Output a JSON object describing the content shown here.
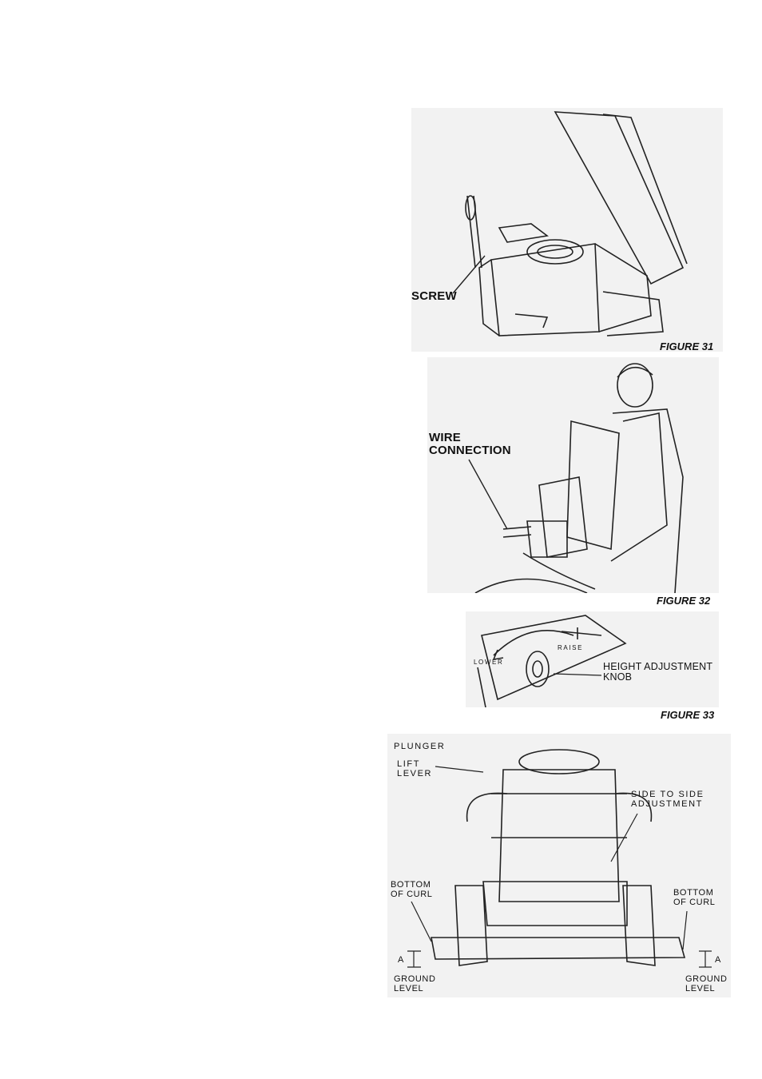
{
  "figures": [
    {
      "labels": {
        "screw": "SCREW"
      },
      "caption": "FIGURE 31"
    },
    {
      "labels": {
        "wire_connection": [
          "WIRE",
          "CONNECTION"
        ]
      },
      "caption": "FIGURE 32"
    },
    {
      "labels": {
        "lower": "LOWER",
        "raise": "RAISE",
        "height_adjustment_knob": [
          "HEIGHT ADJUSTMENT",
          "KNOB"
        ]
      },
      "caption": "FIGURE 33"
    },
    {
      "labels": {
        "plunger": "PLUNGER",
        "lift_lever": [
          "LIFT",
          "LEVER"
        ],
        "side_to_side": [
          "SIDE TO SIDE",
          "ADJUSTMENT"
        ],
        "bottom_of_curl_left": [
          "BOTTOM",
          "OF CURL"
        ],
        "bottom_of_curl_right": [
          "BOTTOM",
          "OF CURL"
        ],
        "a_left": "A",
        "a_right": "A",
        "ground_level_left": [
          "GROUND",
          "LEVEL"
        ],
        "ground_level_right": [
          "GROUND",
          "LEVEL"
        ]
      }
    }
  ]
}
